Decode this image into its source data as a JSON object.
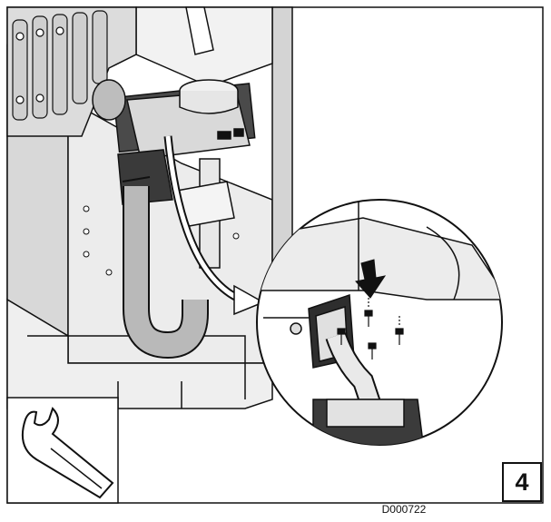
{
  "figure": {
    "step_number": "4",
    "drawing_code": "D000722"
  },
  "icons": {
    "tool": "wrench-icon",
    "detail": "magnifier-circle",
    "direction": "arrow-down-icon"
  },
  "colors": {
    "line": "#111111",
    "hose_fill": "#b9b9b9",
    "machine_fill": "#e4e4e4",
    "arrow_fill": "#111111"
  }
}
